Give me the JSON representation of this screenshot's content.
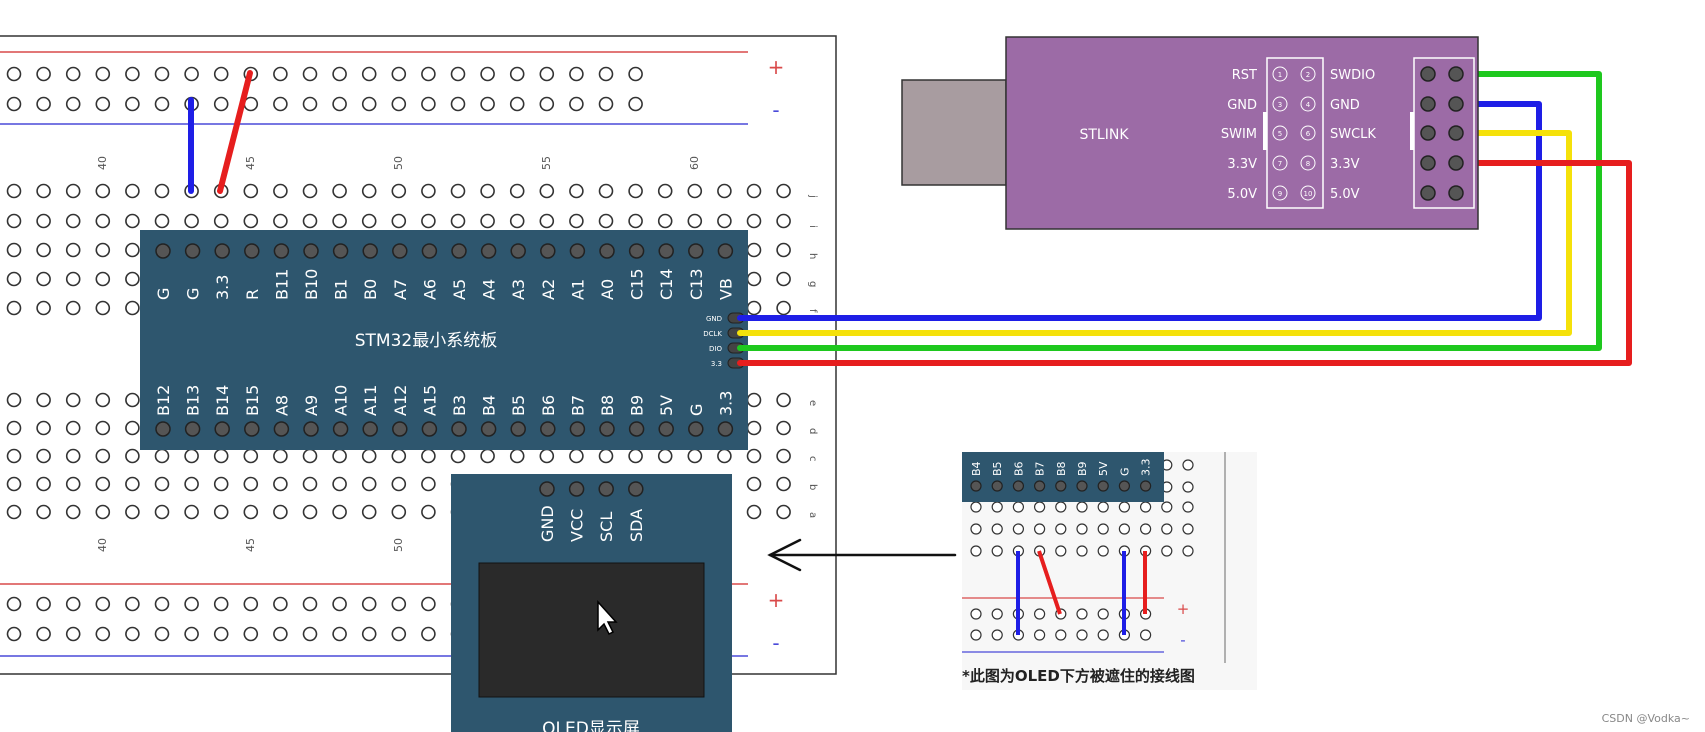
{
  "breadboard": {
    "column_numbers": [
      "40",
      "45",
      "50",
      "55",
      "60"
    ],
    "bottom_column_numbers": [
      "40",
      "45",
      "50"
    ],
    "row_letters_top": [
      "j",
      "i",
      "h",
      "g",
      "f"
    ],
    "row_letters_bottom": [
      "e",
      "d",
      "c",
      "b",
      "a"
    ],
    "rail_plus": "+",
    "rail_minus": "-"
  },
  "stm32": {
    "label": "STM32最小系统板",
    "top_pins": [
      "G",
      "G",
      "3.3",
      "R",
      "B11",
      "B10",
      "B1",
      "B0",
      "A7",
      "A6",
      "A5",
      "A4",
      "A3",
      "A2",
      "A1",
      "A0",
      "C15",
      "C14",
      "C13",
      "VB"
    ],
    "bottom_pins": [
      "B12",
      "B13",
      "B14",
      "B15",
      "A8",
      "A9",
      "A10",
      "A11",
      "A12",
      "A15",
      "B3",
      "B4",
      "B5",
      "B6",
      "B7",
      "B8",
      "B9",
      "5V",
      "G",
      "3.3"
    ],
    "side_pins": [
      "GND",
      "DCLK",
      "DIO",
      "3.3"
    ]
  },
  "stlink": {
    "label": "STLINK",
    "left_labels": [
      "RST",
      "GND",
      "SWIM",
      "3.3V",
      "5.0V"
    ],
    "right_labels": [
      "SWDIO",
      "GND",
      "SWCLK",
      "3.3V",
      "5.0V"
    ],
    "pin_numbers_left": [
      "1",
      "3",
      "5",
      "7",
      "9"
    ],
    "pin_numbers_right": [
      "2",
      "4",
      "6",
      "8",
      "10"
    ]
  },
  "oled": {
    "pins": [
      "GND",
      "VCC",
      "SCL",
      "SDA"
    ],
    "label": "OLED显示屏"
  },
  "inset": {
    "pins": [
      "B4",
      "B5",
      "B6",
      "B7",
      "B8",
      "B9",
      "5V",
      "G",
      "3.3"
    ],
    "caption": "*此图为OLED下方被遮住的接线图",
    "rail_plus": "+",
    "rail_minus": "-"
  },
  "watermark": "CSDN @Vodka~",
  "colors": {
    "board": "#2e566e",
    "stlink": "#9c6ba6",
    "wire_gnd": "#1e1ee6",
    "wire_clk": "#f5e10a",
    "wire_dio": "#1ec81e",
    "wire_vcc": "#e61e1e",
    "rail_red": "#d94a4a",
    "rail_blue": "#4a4ad9"
  }
}
